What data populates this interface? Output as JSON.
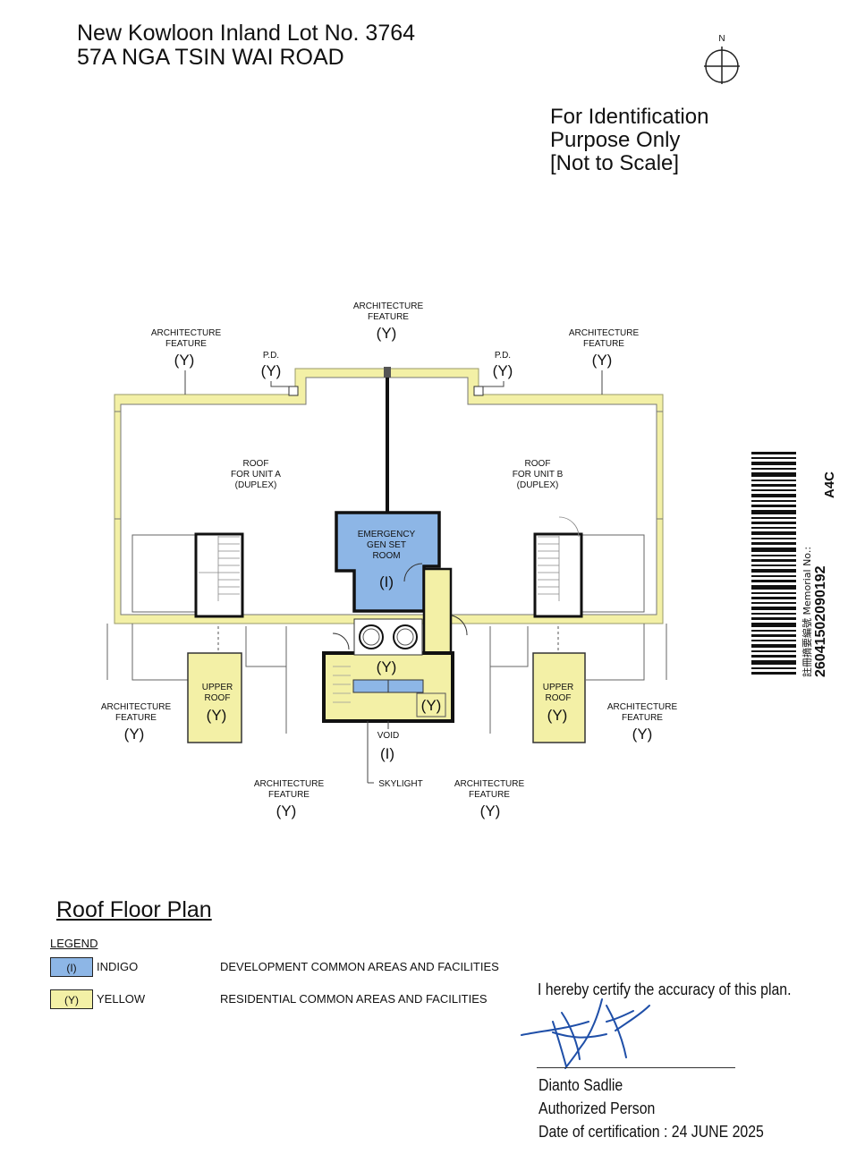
{
  "header": {
    "lot_line": "New Kowloon Inland Lot No. 3764",
    "address_line": "57A NGA TSIN WAI ROAD"
  },
  "north_arrow": {
    "label": "N"
  },
  "identification": {
    "line1": "For Identification",
    "line2": "Purpose Only",
    "line3": "[Not to Scale]"
  },
  "plan": {
    "labels": {
      "arch_feature_line1": "ARCHITECTURE",
      "arch_feature_line2": "FEATURE",
      "pd": "P.D.",
      "tag_y": "(Y)",
      "tag_i": "(I)",
      "roof_a_line1": "ROOF",
      "roof_a_line2": "FOR UNIT A",
      "roof_a_line3": "(DUPLEX)",
      "roof_b_line1": "ROOF",
      "roof_b_line2": "FOR UNIT B",
      "roof_b_line3": "(DUPLEX)",
      "egr_line1": "EMERGENCY",
      "egr_line2": "GEN SET",
      "egr_line3": "ROOM",
      "upper_roof_line1": "UPPER",
      "upper_roof_line2": "ROOF",
      "void": "VOID",
      "skylight": "SKYLIGHT"
    },
    "colors": {
      "indigo": "#8db6e6",
      "yellow": "#f3f0a6",
      "wall": "#111111"
    }
  },
  "plan_title": "Roof Floor Plan",
  "legend": {
    "heading": "LEGEND",
    "items": [
      {
        "tag": "(I)",
        "color_name": "INDIGO",
        "description": "DEVELOPMENT COMMON AREAS AND FACILITIES",
        "hex": "#8db6e6"
      },
      {
        "tag": "(Y)",
        "color_name": "YELLOW",
        "description": "RESIDENTIAL COMMON AREAS AND FACILITIES",
        "hex": "#f3f0a6"
      }
    ]
  },
  "barcode": {
    "memorial_label": "註冊摘要編號 Memorial No.:",
    "memorial_number": "26041502090192",
    "sheet_code": "A4C"
  },
  "certification": {
    "statement": "I hereby certify the accuracy of this plan.",
    "signer_name": "Dianto Sadlie",
    "signer_title": "Authorized Person",
    "date_line": "Date of certification : 24 JUNE 2025"
  }
}
